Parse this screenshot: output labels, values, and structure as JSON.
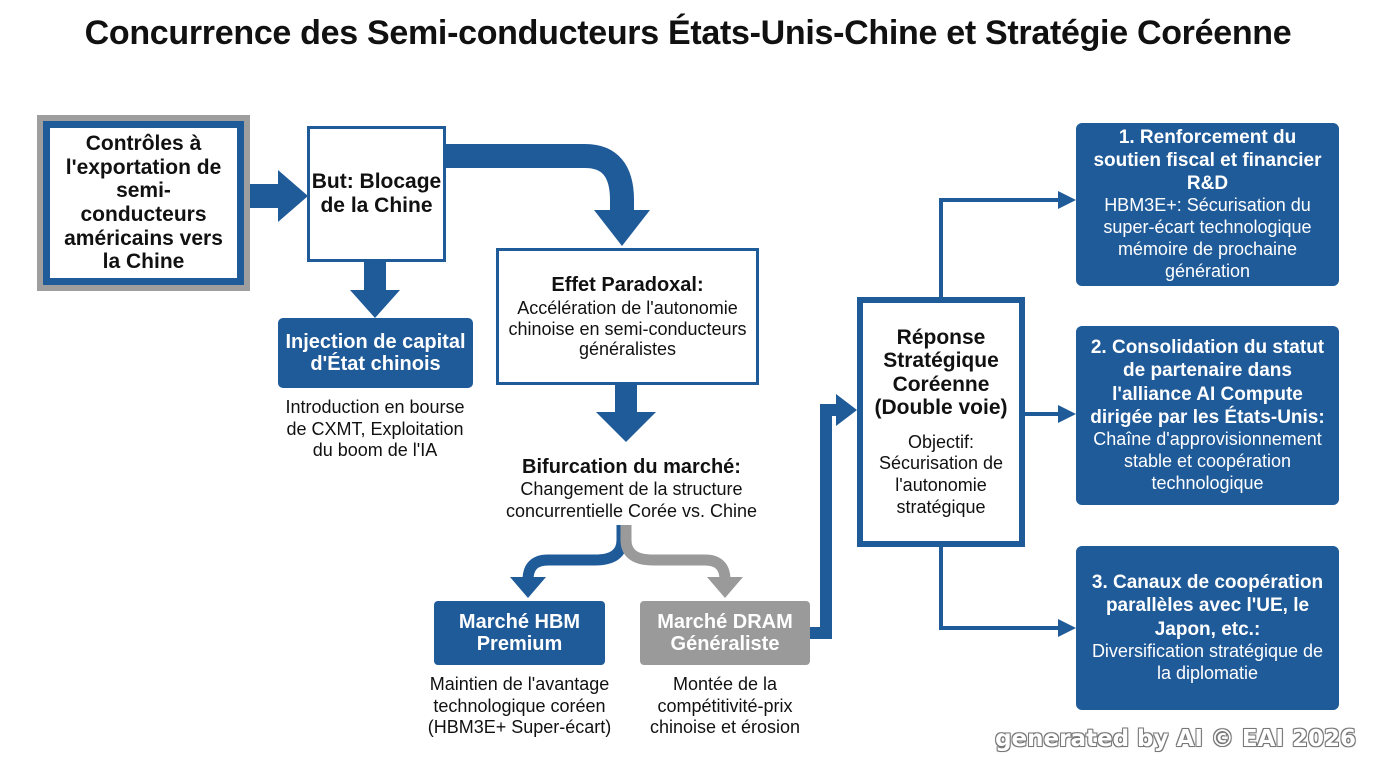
{
  "title": "Concurrence des Semi-conducteurs États-Unis-Chine et Stratégie Coréenne",
  "colors": {
    "primary_blue": "#1f5a99",
    "gray": "#9a9a9a",
    "frame_gray": "#9e9e9e"
  },
  "nodes": {
    "export_controls": {
      "label": "Contrôles à l'exportation de semi-conducteurs américains vers la Chine"
    },
    "goal": {
      "label": "But: Blocage de la Chine"
    },
    "state_capital": {
      "label": "Injection de capital d'État chinois",
      "caption": "Introduction en bourse de CXMT, Exploitation du boom de l'IA"
    },
    "paradox": {
      "title": "Effet Paradoxal:",
      "text": "Accélération de l'autonomie chinoise en semi-conducteurs généralistes"
    },
    "bifurcation": {
      "title": "Bifurcation du marché:",
      "text": "Changement de la structure concurrentielle Corée vs. Chine"
    },
    "hbm": {
      "label": "Marché HBM Premium",
      "caption": "Maintien de l'avantage technologique coréen (HBM3E+ Super-écart)"
    },
    "dram": {
      "label": "Marché DRAM Généraliste",
      "caption": "Montée de la compétitivité-prix chinoise et érosion"
    },
    "response": {
      "title": "Réponse Stratégique Coréenne (Double voie)",
      "text": "Objectif: Sécurisation de l'autonomie stratégique"
    },
    "strategies": [
      {
        "title": "1. Renforcement du soutien fiscal et financier R&D",
        "text": "HBM3E+: Sécurisation du super-écart technologique mémoire de prochaine génération"
      },
      {
        "title": "2. Consolidation du statut de partenaire dans l'alliance AI Compute dirigée par les États-Unis:",
        "text": "Chaîne d'approvisionnement stable et coopération technologique"
      },
      {
        "title": "3. Canaux de coopération parallèles avec l'UE, le Japon, etc.:",
        "text": "Diversification stratégique de la diplomatie"
      }
    ]
  },
  "watermark": "generated by AI © EAI 2026"
}
